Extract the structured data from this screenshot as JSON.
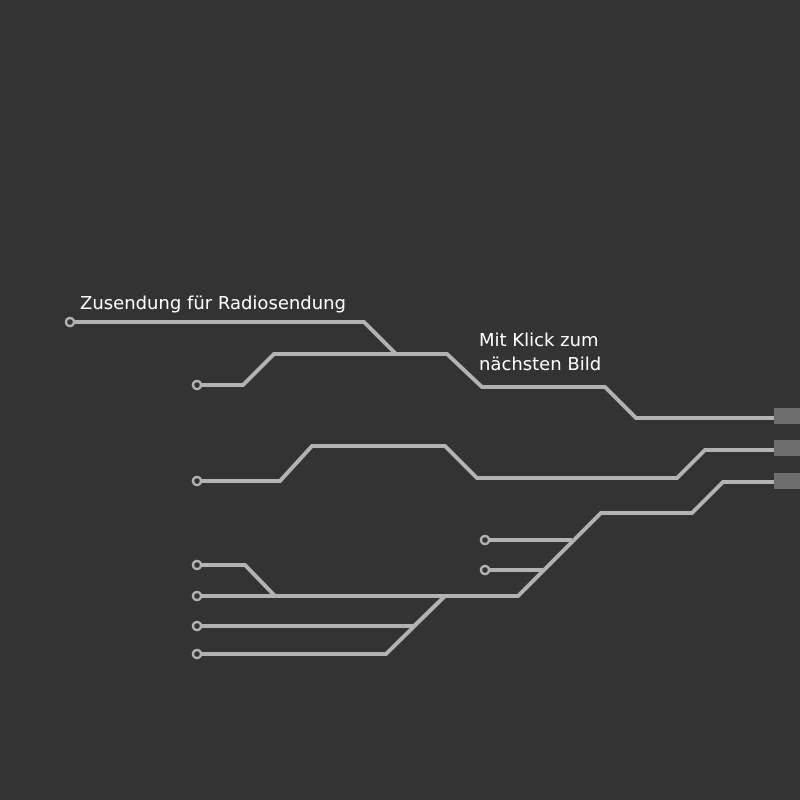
{
  "labels": {
    "radio_delivery": "Zusendung für Radiosendung",
    "next_image_line1": "Mit Klick zum",
    "next_image_line2": "nächsten Bild"
  },
  "colors": {
    "background": "#333333",
    "trace": "#b3b3b3",
    "pad": "#6e6e6e",
    "text": "#ffffff"
  }
}
